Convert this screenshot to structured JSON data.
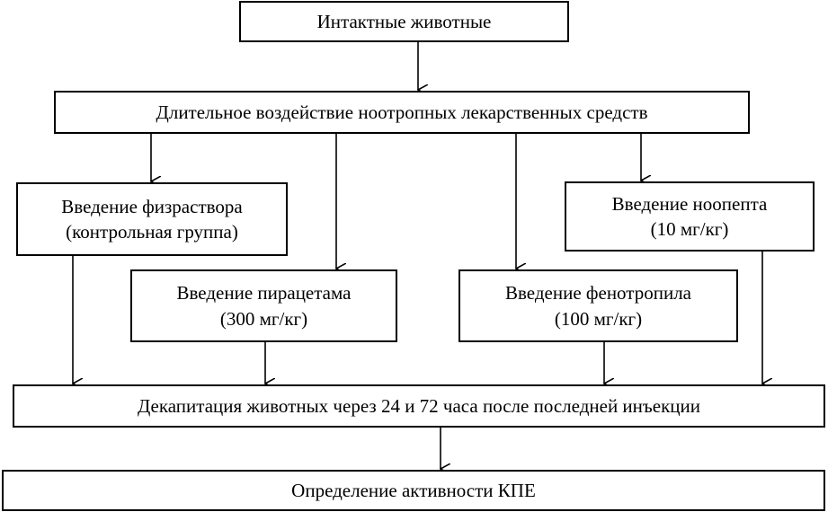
{
  "nodes": {
    "intact": {
      "line1": "Интактные животные"
    },
    "longterm": {
      "line1": "Длительное воздействие ноотропных лекарственных средств"
    },
    "saline": {
      "line1": "Введение физраствора",
      "line2": "(контрольная группа)"
    },
    "piracetam": {
      "line1": "Введение пирацетама",
      "line2": "(300 мг/кг)"
    },
    "phenotropil": {
      "line1": "Введение фенотропила",
      "line2": "(100 мг/кг)"
    },
    "noopept": {
      "line1": "Введение ноопепта",
      "line2": "(10 мг/кг)"
    },
    "decapitation": {
      "line1": "Декапитация животных через  24 и 72 часа после последней инъекции"
    },
    "result": {
      "line1": "Определение активности КПЕ"
    }
  },
  "edges": [
    {
      "from": "intact",
      "to": "longterm"
    },
    {
      "from": "longterm",
      "to": "saline"
    },
    {
      "from": "longterm",
      "to": "piracetam"
    },
    {
      "from": "longterm",
      "to": "phenotropil"
    },
    {
      "from": "longterm",
      "to": "noopept"
    },
    {
      "from": "saline",
      "to": "decapitation"
    },
    {
      "from": "piracetam",
      "to": "decapitation"
    },
    {
      "from": "phenotropil",
      "to": "decapitation"
    },
    {
      "from": "noopept",
      "to": "decapitation"
    },
    {
      "from": "decapitation",
      "to": "result"
    }
  ]
}
